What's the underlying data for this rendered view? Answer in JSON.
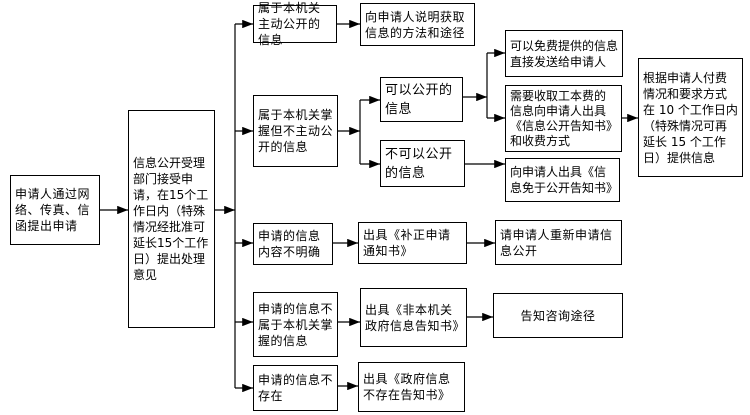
{
  "page": {
    "background": "#ffffff",
    "box_border_color": "#000000",
    "line_color": "#000000",
    "text_color": "#000000"
  },
  "nodes": {
    "applicant": {
      "text": "申请人通过网络、传真、信函提出申请"
    },
    "acceptance": {
      "text": "信息公开受理部门接受申请，在15个工作日内（特殊情况经批准可延长15个工作日）提出处理意见"
    },
    "proactive": {
      "text": "属于本机关主动公开的信息"
    },
    "held_not_proactive": {
      "text": "属于本机关掌握但不主动公开的信息"
    },
    "unclear": {
      "text": "申请的信息内容不明确"
    },
    "not_held": {
      "text": "申请的信息不属于本机关掌握的信息"
    },
    "not_exist": {
      "text": "申请的信息不存在"
    },
    "explain_method": {
      "text": "向申请人说明获取信息的方法和途径"
    },
    "can_disclose": {
      "text": "可以公开的信息"
    },
    "cannot_disclose": {
      "text": "不可以公开的信息"
    },
    "issue_correction": {
      "text": "出具《补正申请通知书》"
    },
    "issue_not_agency": {
      "text": "出具《非本机关政府信息告知书》"
    },
    "issue_not_exist": {
      "text": "出具《政府信息不存在告知书》"
    },
    "free_delivery": {
      "text": "可以免费提供的信息直接发送给申请人"
    },
    "fee_notice": {
      "text": "需要收取工本费的信息向申请人出具《信息公开告知书》和收费方式"
    },
    "exempt_notice": {
      "text": "向申请人出具《信息免于公开告知书》"
    },
    "reapply": {
      "text": "请申请人重新申请信息公开"
    },
    "consult": {
      "text": "告知咨询途径"
    },
    "provide": {
      "text": "根据申请人付费情况和要求方式在 10 个工作日内（特殊情况可再延长 15 个工作日）提供信息"
    }
  },
  "edges": [
    {
      "from": "applicant",
      "to": "acceptance"
    },
    {
      "from": "acceptance",
      "to": "proactive"
    },
    {
      "from": "acceptance",
      "to": "held_not_proactive"
    },
    {
      "from": "acceptance",
      "to": "unclear"
    },
    {
      "from": "acceptance",
      "to": "not_held"
    },
    {
      "from": "acceptance",
      "to": "not_exist"
    },
    {
      "from": "proactive",
      "to": "explain_method"
    },
    {
      "from": "held_not_proactive",
      "to": "can_disclose"
    },
    {
      "from": "held_not_proactive",
      "to": "cannot_disclose"
    },
    {
      "from": "can_disclose",
      "to": "free_delivery"
    },
    {
      "from": "can_disclose",
      "to": "fee_notice"
    },
    {
      "from": "cannot_disclose",
      "to": "exempt_notice"
    },
    {
      "from": "fee_notice",
      "to": "provide"
    },
    {
      "from": "unclear",
      "to": "issue_correction"
    },
    {
      "from": "issue_correction",
      "to": "reapply"
    },
    {
      "from": "not_held",
      "to": "issue_not_agency"
    },
    {
      "from": "issue_not_agency",
      "to": "consult"
    },
    {
      "from": "not_exist",
      "to": "issue_not_exist"
    }
  ]
}
